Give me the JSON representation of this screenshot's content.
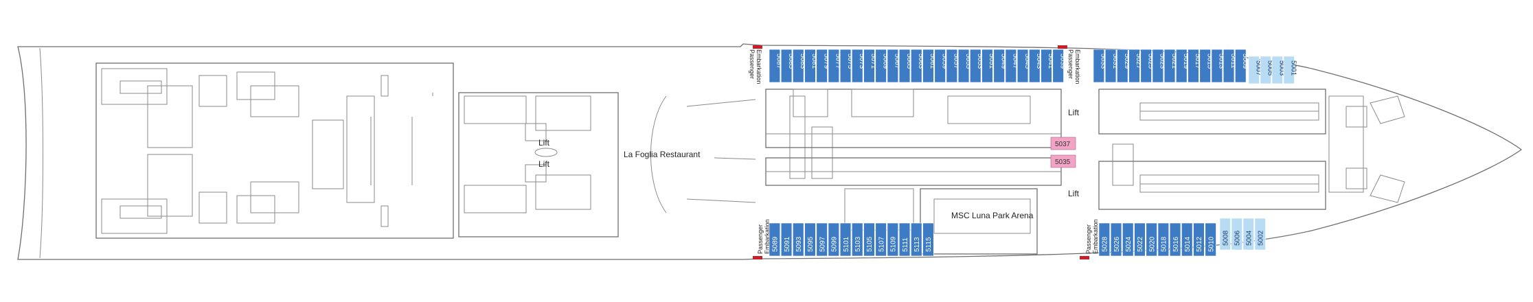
{
  "areas": {
    "restaurant": "La Foglia Restaurant",
    "arena": "MSC Luna Park Arena",
    "lift_1": "Lift",
    "lift_2": "Lift",
    "lift_3": "Lift",
    "lift_4": "Lift"
  },
  "embarkation": {
    "label_line1": "Passenger",
    "label_line2": "Embarkation"
  },
  "colors": {
    "cabin_blue": "#3d7cc4",
    "cabin_light": "#b8dcf4",
    "cabin_special": "#f2a4c6",
    "embarkation_red": "#c8202a",
    "wall": "#6e6e6e"
  },
  "cabins": {
    "top_aft": [
      "5087",
      "5085",
      "5083",
      "5081",
      "5079",
      "5077",
      "5075",
      "5073",
      "5071",
      "5069",
      "5067",
      "5065",
      "5063",
      "5061",
      "5059",
      "5057",
      "5055",
      "5053",
      "5051",
      "5049",
      "5047",
      "5045",
      "5043",
      "5041",
      "5039"
    ],
    "top_fwd": [
      "5033",
      "5031",
      "5029",
      "5027",
      "5025",
      "5023",
      "5021",
      "5019",
      "5017",
      "5015",
      "5013",
      "5011",
      "5009"
    ],
    "top_light": [
      "5007",
      "5005",
      "5003",
      "5001"
    ],
    "bottom_aft": [
      "5089",
      "5091",
      "5093",
      "5095",
      "5097",
      "5099",
      "5101",
      "5103",
      "5105",
      "5107",
      "5109",
      "5111",
      "5113",
      "5115"
    ],
    "bottom_fwd": [
      "5028",
      "5026",
      "5024",
      "5022",
      "5020",
      "5018",
      "5016",
      "5014",
      "5012",
      "5010"
    ],
    "bottom_light": [
      "5008",
      "5006",
      "5004",
      "5002"
    ],
    "special": [
      "5037",
      "5035"
    ]
  }
}
